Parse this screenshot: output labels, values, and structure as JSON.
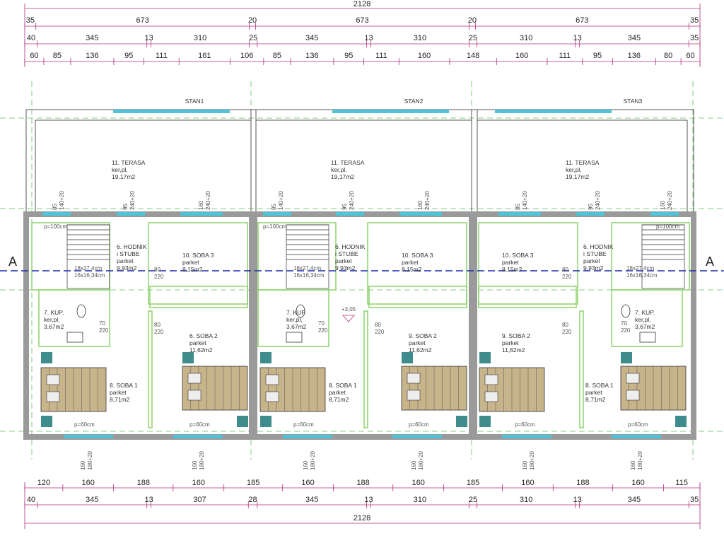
{
  "dimensions": {
    "top_total": "2128",
    "top_row1": [
      "35",
      "673",
      "20",
      "673",
      "20",
      "673",
      "35"
    ],
    "top_row2": [
      "40",
      "345",
      "13",
      "310",
      "25",
      "345",
      "13",
      "310",
      "25",
      "310",
      "13",
      "345",
      "35"
    ],
    "top_row3": [
      "60",
      "85",
      "136",
      "95",
      "111",
      "161",
      "106",
      "85",
      "136",
      "95",
      "111",
      "160",
      "148",
      "160",
      "111",
      "95",
      "136",
      "80",
      "60"
    ],
    "bottom_row1": [
      "120",
      "160",
      "188",
      "160",
      "185",
      "160",
      "188",
      "160",
      "185",
      "160",
      "188",
      "160",
      "115"
    ],
    "bottom_row2": [
      "40",
      "345",
      "13",
      "307",
      "28",
      "345",
      "13",
      "310",
      "25",
      "310",
      "13",
      "345",
      "35"
    ],
    "bottom_total": "2128"
  },
  "units": [
    "STAN1",
    "STAN2",
    "STAN3"
  ],
  "section_mark": "A",
  "level_mark": "+3,05",
  "rooms": {
    "terasa": [
      "11. TERASA",
      "ker,pl,",
      "19,17m2"
    ],
    "hodnik": [
      "6. HODNIK",
      "i STUBE",
      "parket",
      "9,93m2"
    ],
    "soba3": [
      "10. SOBA 3",
      "parket",
      "8,15m2"
    ],
    "kup": [
      "7. KUP.",
      "ker,pl,",
      "3,67m2"
    ],
    "soba2a": [
      "6. SOBA 2",
      "parket",
      "11,62m2"
    ],
    "soba2b": [
      "9. SOBA 2",
      "parket",
      "11,62m2"
    ],
    "soba1": [
      "8. SOBA 1",
      "parket",
      "8,71m2"
    ]
  },
  "labels": {
    "stairs": [
      "18x27,4cm",
      "16x16,34cm"
    ],
    "door_80": [
      "80",
      "220"
    ],
    "door_70": [
      "70",
      "220"
    ],
    "window_top": [
      "85",
      "140+20",
      "95",
      "240+20",
      "160",
      "240+20"
    ],
    "window_bottom": [
      "160",
      "180+20"
    ],
    "p100": "p=100cm",
    "p60": "p=60cm"
  },
  "colors": {
    "wall": "#9a9a9a",
    "window": "#4fc3d9",
    "furniture": "#8bd36b",
    "axis": "#1a2aa8",
    "grid": "#5fbf5f",
    "dim": "#b0307e",
    "bed": "#c8b48a",
    "teal": "#3e8c8c"
  }
}
